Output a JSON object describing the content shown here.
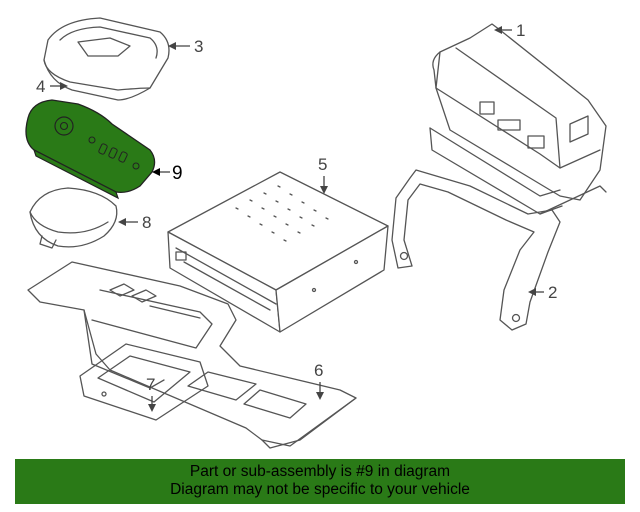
{
  "diagram": {
    "callouts": [
      "1",
      "2",
      "3",
      "4",
      "5",
      "6",
      "7",
      "8",
      "9"
    ],
    "highlighted_part": "9",
    "highlight_color": "#2a7a17"
  },
  "banner": {
    "line1": "Part or sub-assembly is #9 in diagram",
    "line2": "Diagram may not be specific to your vehicle",
    "background": "#2a7a17"
  }
}
